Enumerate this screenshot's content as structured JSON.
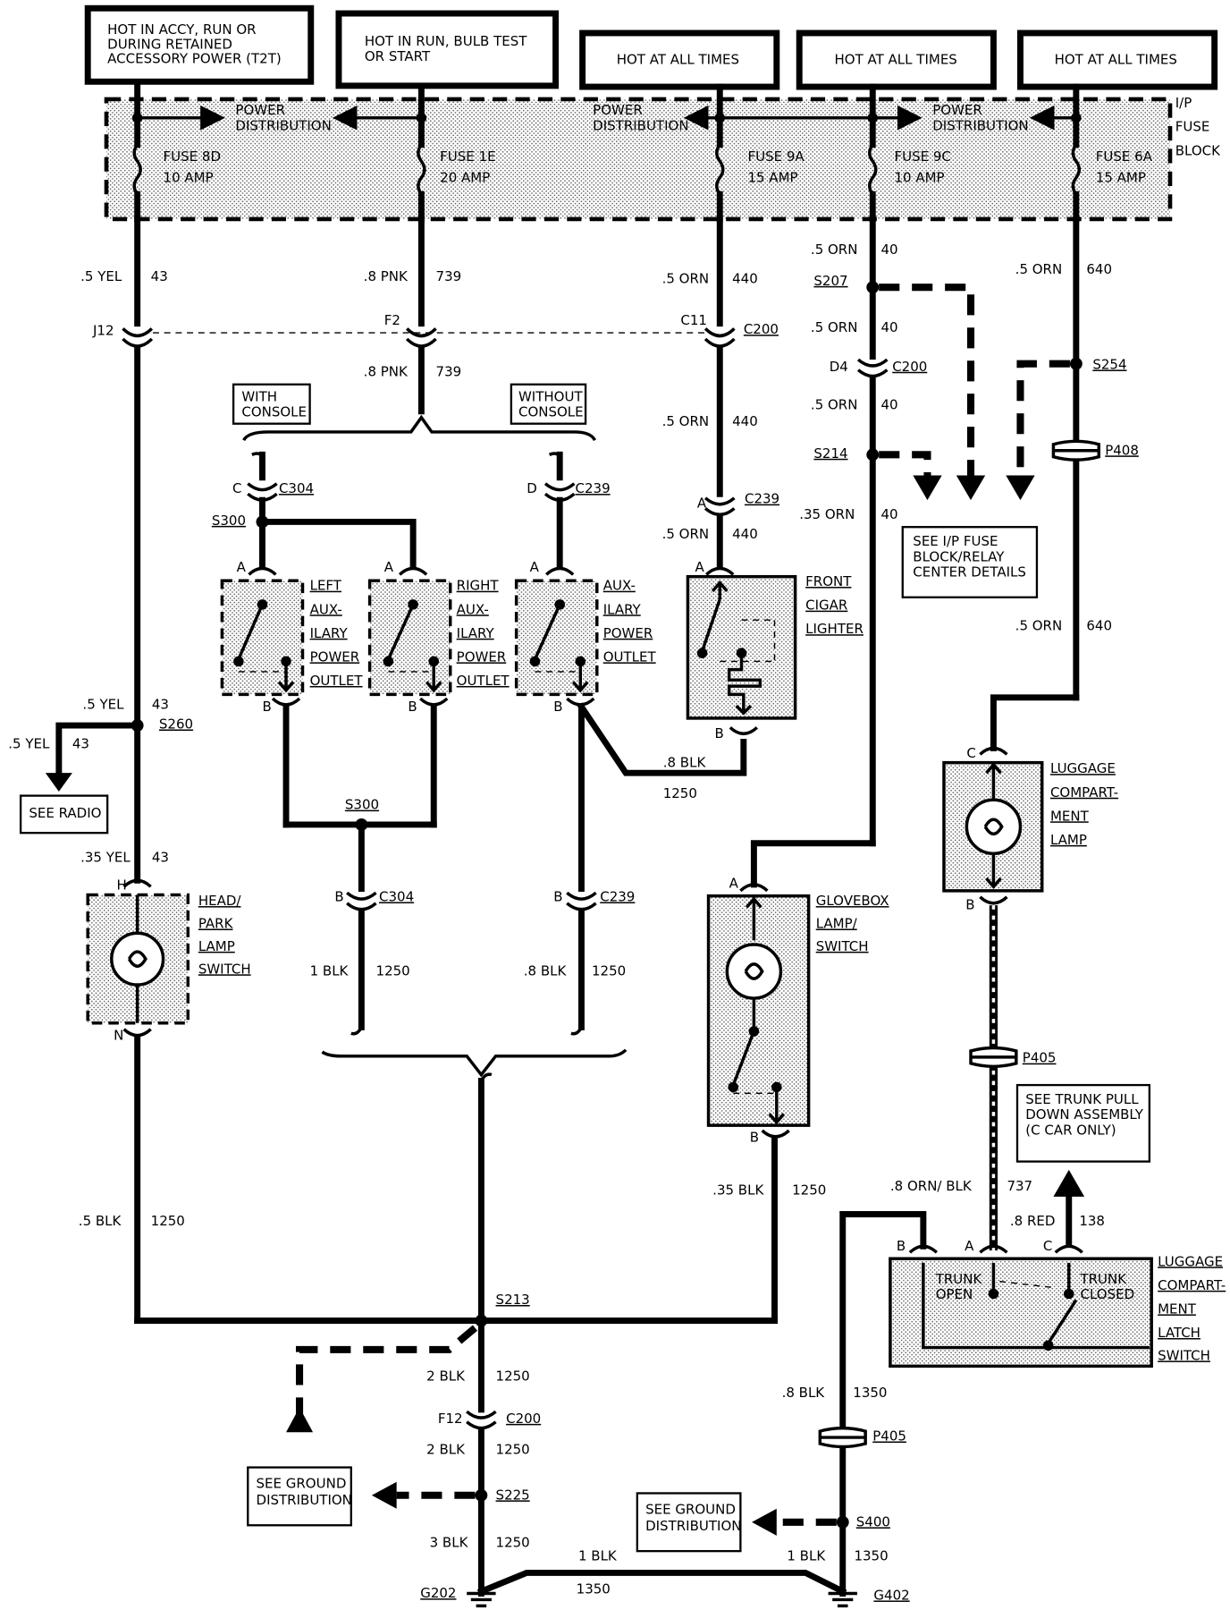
{
  "power_sources": [
    {
      "line1": "HOT IN ACCY, RUN OR",
      "line2": "DURING RETAINED",
      "line3": "ACCESSORY POWER (T2T)"
    },
    {
      "line1": "HOT IN RUN, BULB TEST",
      "line2": "OR START"
    },
    {
      "line1": "HOT AT ALL TIMES"
    },
    {
      "line1": "HOT AT ALL TIMES"
    },
    {
      "line1": "HOT AT ALL TIMES"
    }
  ],
  "fuse_block": {
    "label_lines": [
      "I/P",
      "FUSE",
      "BLOCK"
    ],
    "power_dist": [
      "POWER",
      "DISTRIBUTION"
    ],
    "fuses": [
      {
        "name": "FUSE 8D",
        "rating": "10 AMP"
      },
      {
        "name": "FUSE 1E",
        "rating": "20 AMP"
      },
      {
        "name": "FUSE 9A",
        "rating": "15 AMP"
      },
      {
        "name": "FUSE 9C",
        "rating": "10 AMP"
      },
      {
        "name": "FUSE 6A",
        "rating": "15 AMP"
      }
    ]
  },
  "wires": {
    "yel43_a": {
      "gauge": ".5 YEL",
      "circuit": "43"
    },
    "pnk739_a": {
      "gauge": ".8 PNK",
      "circuit": "739"
    },
    "pnk739_b": {
      "gauge": ".8 PNK",
      "circuit": "739"
    },
    "orn440_a": {
      "gauge": ".5 ORN",
      "circuit": "440"
    },
    "orn440_b": {
      "gauge": ".5 ORN",
      "circuit": "440"
    },
    "orn440_c": {
      "gauge": ".5 ORN",
      "circuit": "440"
    },
    "orn40_a": {
      "gauge": ".5 ORN",
      "circuit": "40"
    },
    "orn40_b": {
      "gauge": ".5 ORN",
      "circuit": "40"
    },
    "orn40_c": {
      "gauge": ".5 ORN",
      "circuit": "40"
    },
    "orn40_d": {
      "gauge": ".35 ORN",
      "circuit": "40"
    },
    "orn640_a": {
      "gauge": ".5 ORN",
      "circuit": "640"
    },
    "orn640_b": {
      "gauge": ".5 ORN",
      "circuit": "640"
    },
    "yel43_b": {
      "gauge": ".5 YEL",
      "circuit": "43"
    },
    "yel43_c": {
      "gauge": ".5 YEL",
      "circuit": "43"
    },
    "yel43_d": {
      "gauge": ".35 YEL",
      "circuit": "43"
    },
    "blk1250_lighter": {
      "gauge": ".8 BLK",
      "circuit": "1250"
    },
    "blk1250_c304": {
      "gauge": "1 BLK",
      "circuit": "1250"
    },
    "blk1250_c239": {
      "gauge": ".8 BLK",
      "circuit": "1250"
    },
    "blk1250_hl": {
      "gauge": ".5 BLK",
      "circuit": "1250"
    },
    "blk1250_gb": {
      "gauge": ".35 BLK",
      "circuit": "1250"
    },
    "blk1250_s213": {
      "gauge": "2 BLK",
      "circuit": "1250"
    },
    "blk1250_f12": {
      "gauge": "2 BLK",
      "circuit": "1250"
    },
    "blk1250_g202": {
      "gauge": "3 BLK",
      "circuit": "1250"
    },
    "blk1350_g": {
      "gauge": "1 BLK",
      "circuit": "1350"
    },
    "blk1350_a": {
      "gauge": ".8 BLK",
      "circuit": "1350"
    },
    "blk1350_b": {
      "gauge": "1 BLK",
      "circuit": "1350"
    },
    "ornblk737": {
      "gauge": ".8 ORN/ BLK",
      "circuit": "737"
    },
    "red138": {
      "gauge": ".8 RED",
      "circuit": "138"
    }
  },
  "connectors": {
    "j12": "J12",
    "f2": "F2",
    "c11": "C11",
    "c200": "C200",
    "d4": "D4",
    "c304": "C304",
    "c239": "C239",
    "s207": "S207",
    "s214": "S214",
    "s254": "S254",
    "p408": "P408",
    "p405": "P405",
    "s300": "S300",
    "s260": "S260",
    "s213": "S213",
    "f12": "F12",
    "s225": "S225",
    "s400": "S400",
    "g202": "G202",
    "g402": "G402",
    "pin_a": "A",
    "pin_b": "B",
    "pin_c": "C",
    "pin_d": "D",
    "pin_h": "H",
    "pin_n": "N"
  },
  "options": {
    "with_console": [
      "WITH",
      "CONSOLE"
    ],
    "without_console": [
      "WITHOUT",
      "CONSOLE"
    ]
  },
  "components": {
    "left_outlet": [
      "LEFT",
      "AUX-",
      "ILARY",
      "POWER",
      "OUTLET"
    ],
    "right_outlet": [
      "RIGHT",
      "AUX-",
      "ILARY",
      "POWER",
      "OUTLET"
    ],
    "aux_outlet": [
      "AUX-",
      "ILARY",
      "POWER",
      "OUTLET"
    ],
    "cigar_lighter": [
      "FRONT",
      "CIGAR",
      "LIGHTER"
    ],
    "headlamp_switch": [
      "HEAD/",
      "PARK",
      "LAMP",
      "SWITCH"
    ],
    "glovebox": [
      "GLOVEBOX",
      "LAMP/",
      "SWITCH"
    ],
    "luggage_lamp": [
      "LUGGAGE",
      "COMPART-",
      "MENT",
      "LAMP"
    ],
    "latch_switch": [
      "LUGGAGE",
      "COMPART-",
      "MENT",
      "LATCH",
      "SWITCH"
    ],
    "trunk_open": [
      "TRUNK",
      "OPEN"
    ],
    "trunk_closed": [
      "TRUNK",
      "CLOSED"
    ]
  },
  "references": {
    "see_fuse_block": [
      "SEE I/P FUSE",
      "BLOCK/RELAY",
      "CENTER DETAILS"
    ],
    "see_radio": "SEE RADIO",
    "see_trunk": [
      "SEE TRUNK PULL",
      "DOWN ASSEMBLY",
      "(C CAR ONLY)"
    ],
    "see_ground_1": [
      "SEE GROUND",
      "DISTRIBUTION"
    ],
    "see_ground_2": [
      "SEE GROUND",
      "DISTRIBUTION"
    ]
  }
}
